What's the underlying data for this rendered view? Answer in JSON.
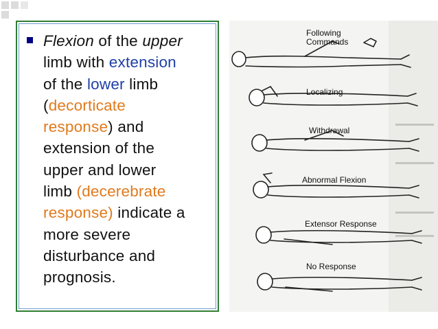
{
  "text": {
    "w1": "Flexion",
    "w2": " of the ",
    "w3": "upper",
    "w4": "limb with ",
    "w5": "extension",
    "w6": "of the ",
    "w7": "lower",
    "w8": " limb",
    "w9": "(",
    "w10": "decorticate",
    "w11": "response",
    "w12": ") and",
    "w13": "extension of the",
    "w14": "upper and lower",
    "w15": "limb ",
    "w16": "(decerebrate",
    "w17": "response)",
    "w18": " indicate a",
    "w19": "more severe",
    "w20": "disturbance and",
    "w21": "prognosis."
  },
  "figure": {
    "labels": [
      "Following\nCommands",
      "Localizing",
      "Withdrawal",
      "Abnormal Flexion",
      "Extensor Response",
      "No Response"
    ]
  },
  "colors": {
    "box_border": "#2e7d32",
    "bullet": "#000080",
    "blue_text": "#1f3fa8",
    "orange_text": "#e07a1c"
  }
}
